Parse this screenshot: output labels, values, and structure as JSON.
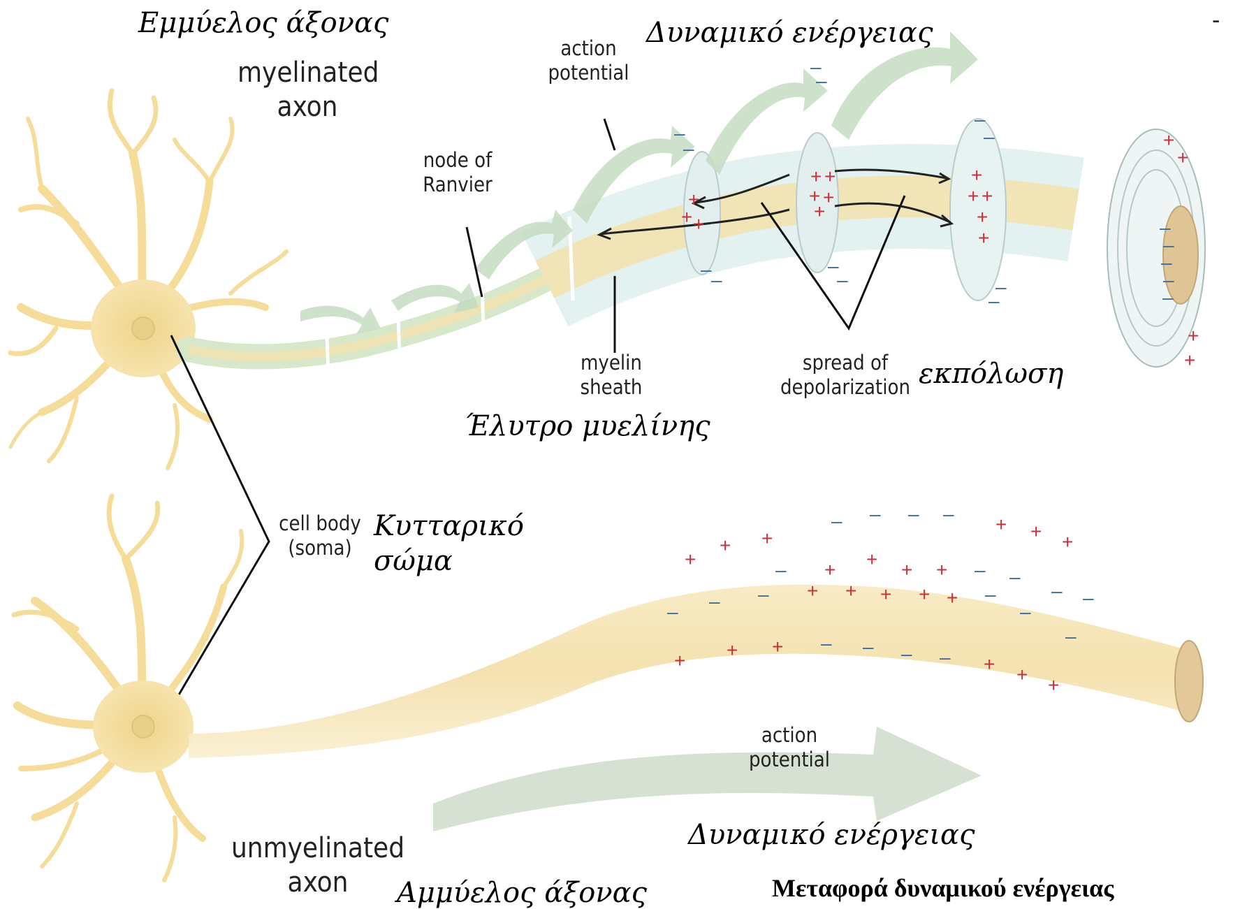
{
  "labels": {
    "myelinated_axon": "myelinated\naxon",
    "action_potential_top": "action\npotential",
    "node_of_ranvier": "node of\nRanvier",
    "myelin_sheath": "myelin\nsheath",
    "spread_of_depolarization": "spread of\ndepolarization",
    "cell_body": "cell body\n(soma)",
    "action_potential_bottom": "action\npotential",
    "unmyelinated_axon": "unmyelinated\naxon"
  },
  "greek": {
    "myelinated_axon": "Εμμύελος άξονας",
    "action_potential_top": "Δυναμικό ενέργειας",
    "depolarization": "εκπόλωση",
    "myelin_sheath": "Έλυτρο μυελίνης",
    "cell_body": "Κυτταρικό\nσώμα",
    "action_potential_bottom": "Δυναμικό ενέργειας",
    "unmyelinated_axon": "Αμμύελος άξονας"
  },
  "title": "Μεταφορά δυναμικού ενέργειας",
  "corner_mark": "-",
  "colors": {
    "neuron": "#f5dc98",
    "axon_core": "#f3e3b4",
    "myelin": "#dceff0",
    "arrow": "#c9dcc0",
    "plus": "#c8303c",
    "minus": "#3a6ea0"
  }
}
